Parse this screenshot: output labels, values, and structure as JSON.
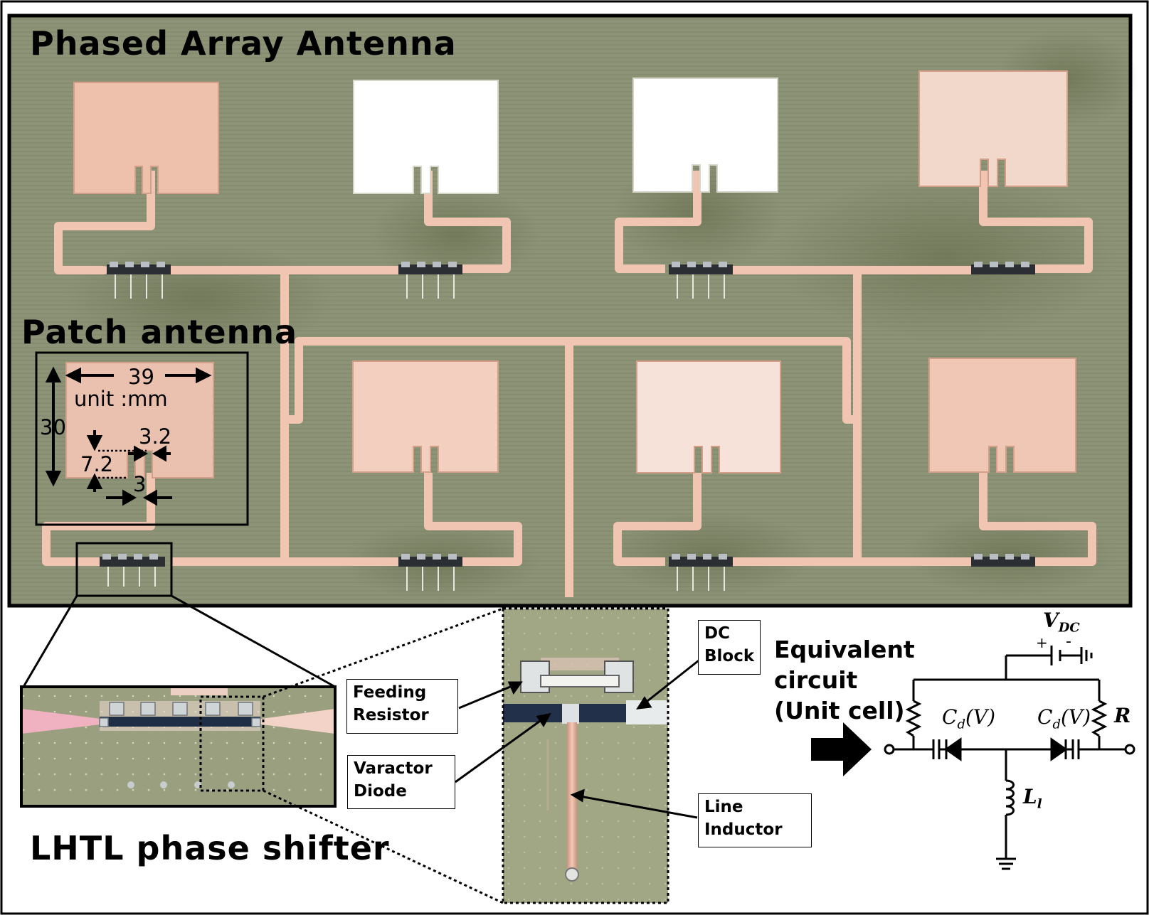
{
  "main_title": "Phased Array Antenna",
  "patch_title": "Patch antenna",
  "phase_shifter_title": "LHTL phase shifter",
  "patch_dimensions": {
    "width": "39",
    "unit": "unit :mm",
    "height": "30",
    "feed_gap": "3.2",
    "inset_depth": "7.2",
    "feed_width": "3"
  },
  "callouts": {
    "feeding_resistor_line1": "Feeding",
    "feeding_resistor_line2": "Resistor",
    "dc_block_line1": "DC",
    "dc_block_line2": "Block",
    "varactor_line1": "Varactor",
    "varactor_line2": "Diode",
    "line_inductor_line1": "Line",
    "line_inductor_line2": "Inductor"
  },
  "equivalent_circuit": {
    "title_line1": "Equivalent",
    "title_line2": "circuit",
    "title_line3": "(Unit cell)",
    "vdc_symbol": "V",
    "vdc_sub": "DC",
    "plus": "+",
    "minus": "-",
    "cap_left_symbol": "C",
    "cap_left_sub": "d",
    "cap_left_arg": "(V)",
    "cap_right_symbol": "C",
    "cap_right_sub": "d",
    "cap_right_arg": "(V)",
    "resistor_symbol": "R",
    "inductor_symbol": "L",
    "inductor_sub": "l"
  },
  "colors": {
    "board": "#8c9274",
    "board_dark": "#6f7658",
    "copper": "#f0c5b2",
    "copper_edge": "#d89e88",
    "frame": "#000000"
  }
}
